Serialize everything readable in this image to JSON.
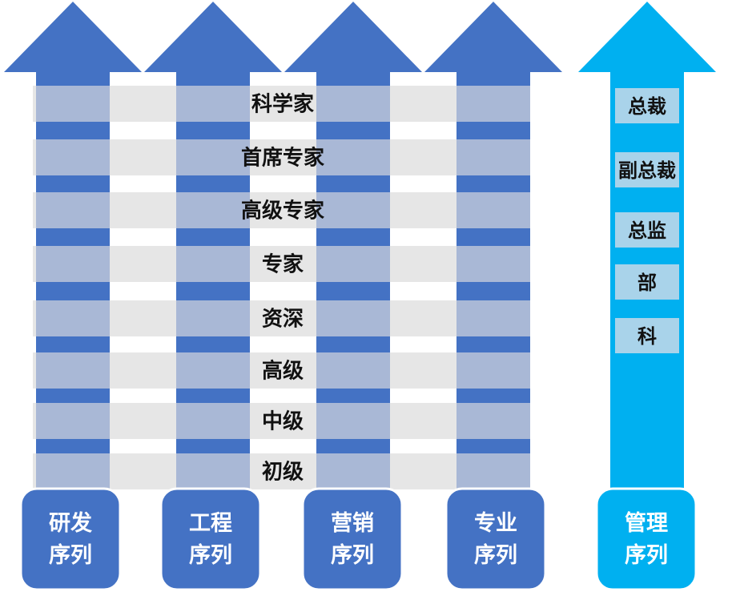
{
  "levels": [
    "科学家",
    "首席专家",
    "高级专家",
    "专家",
    "资深",
    "高级",
    "中级",
    "初级"
  ],
  "sequences": [
    {
      "line1": "研发",
      "line2": "序列"
    },
    {
      "line1": "工程",
      "line2": "序列"
    },
    {
      "line1": "营销",
      "line2": "序列"
    },
    {
      "line1": "专业",
      "line2": "序列"
    }
  ],
  "management": {
    "levels": [
      "总裁",
      "副总裁",
      "总监",
      "部",
      "科"
    ],
    "line1": "管理",
    "line2": "序列"
  },
  "colors": {
    "professional_arrow": "#4472c4",
    "management_arrow": "#00b0f0",
    "band_over_arrow": "#a9b8d6",
    "band_gap": "#e6e6e6",
    "management_band": "#a9d3ea",
    "caption_box": "#4472c4",
    "management_caption_box": "#00b0f0"
  }
}
